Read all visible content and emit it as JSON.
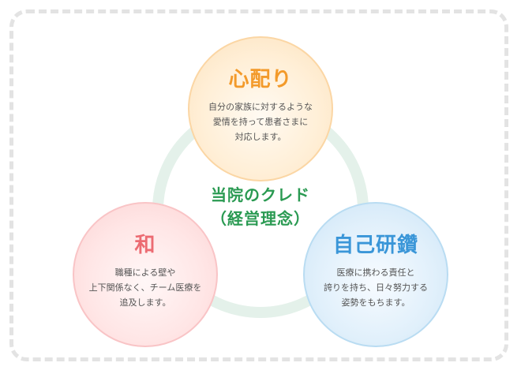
{
  "center_label": {
    "line1": "当院のクレド",
    "line2": "（経営理念）"
  },
  "circles": {
    "top": {
      "title": "心配り",
      "text": "自分の家族に対するような\n愛情を持って患者さまに\n対応します。",
      "color": "#f39a2a"
    },
    "left": {
      "title": "和",
      "text": "職種による壁や\n上下関係なく、チーム医療を\n追及します。",
      "color": "#ec6b72"
    },
    "right": {
      "title": "自己研鑽",
      "text": "医療に携わる責任と\n誇りを持ち、日々努力する\n姿勢をもちます。",
      "color": "#3a96d8"
    }
  },
  "accent_green": "#2a9a52"
}
